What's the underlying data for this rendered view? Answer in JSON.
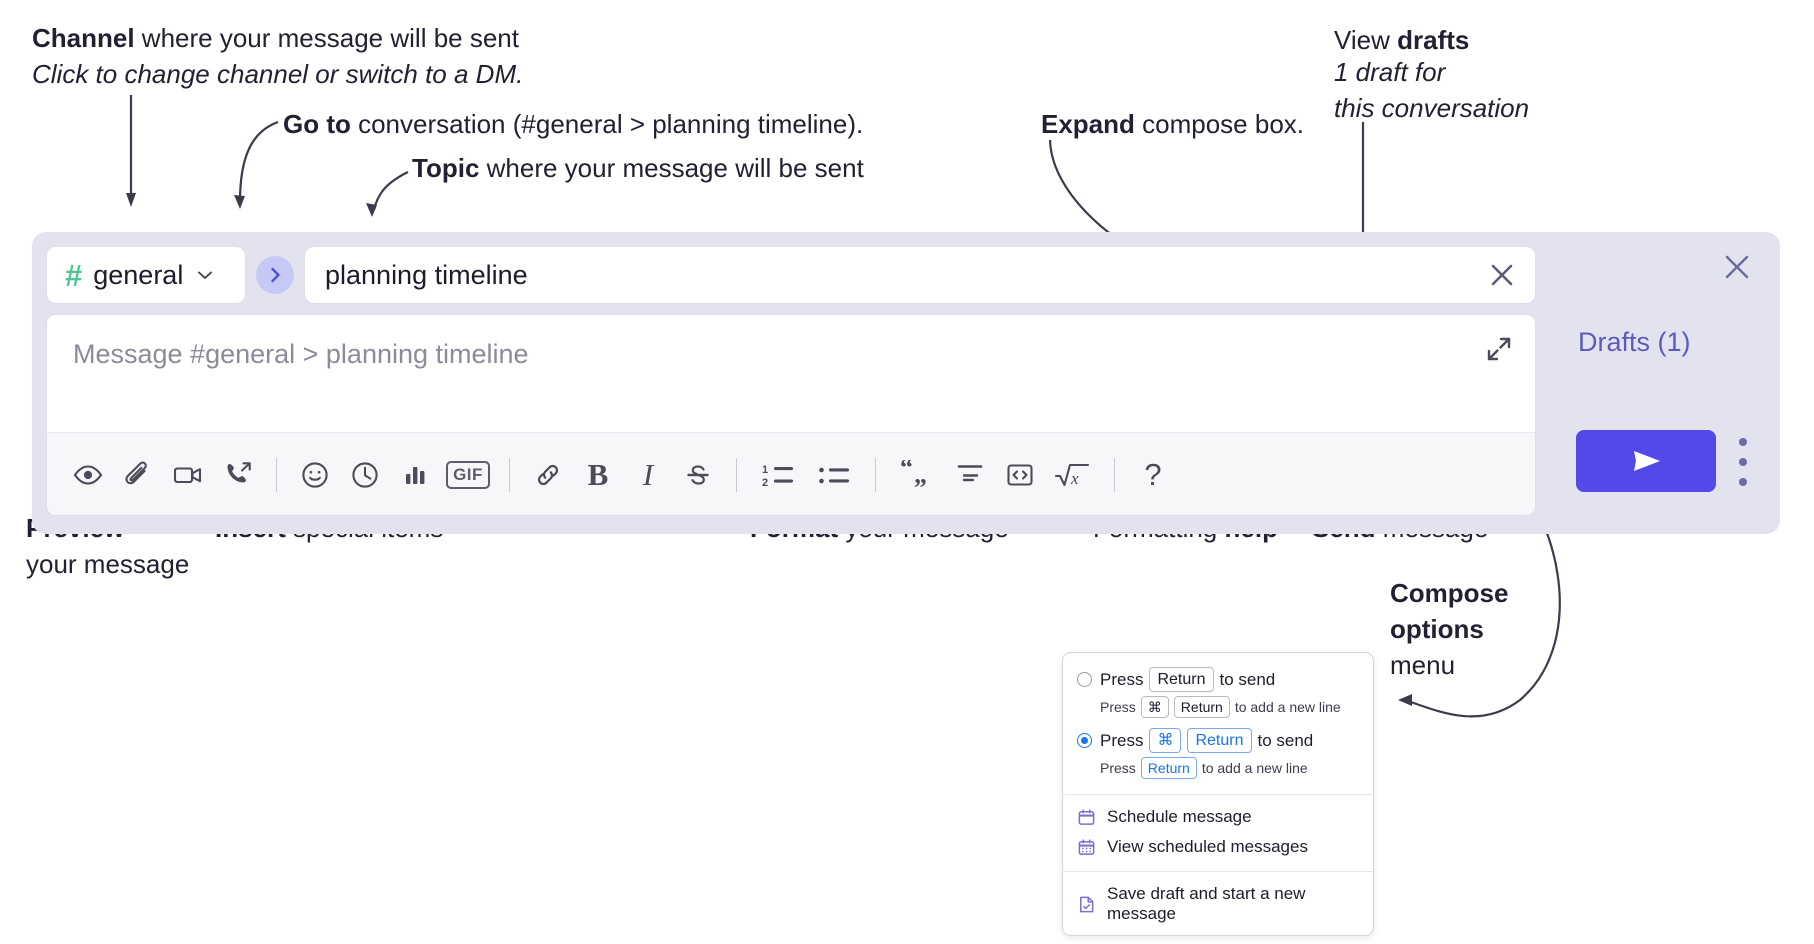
{
  "annotations": {
    "channel": {
      "bold": "Channel",
      "rest": " where your message will be sent",
      "sub": "Click to change channel or switch to a DM."
    },
    "goto": {
      "bold": "Go to",
      "rest": " conversation (#general > planning timeline)."
    },
    "topic": {
      "bold": "Topic",
      "rest": " where your message will be sent"
    },
    "expand": {
      "bold": "Expand",
      "rest": " compose box."
    },
    "drafts": {
      "line1a": "View ",
      "line1b": "drafts",
      "line2": "1 draft for",
      "line3": "this conversation"
    },
    "preview": {
      "bold": "Preview",
      "rest": "your message"
    },
    "insert": {
      "bold": "Insert",
      "rest": " special items"
    },
    "format": {
      "bold": "Format",
      "rest": " your message"
    },
    "help": {
      "pre": "Formatting ",
      "bold": "help"
    },
    "send": {
      "bold": "Send",
      "rest": " message"
    },
    "compose_options": {
      "bold1": "Compose",
      "bold2": "options",
      "rest": "menu"
    }
  },
  "compose": {
    "channel": {
      "hash": "#",
      "name": "general",
      "chevron_icon": "chevron-down-icon"
    },
    "goto_button": {
      "icon": "chevron-right-icon"
    },
    "topic": {
      "value": "planning timeline",
      "clear_icon": "close-icon"
    },
    "message": {
      "placeholder": "Message #general > planning timeline",
      "value": "",
      "expand_icon": "expand-icon"
    },
    "toolbar": [
      {
        "name": "preview-button",
        "icon": "eye-icon"
      },
      {
        "name": "attach-button",
        "icon": "paperclip-icon"
      },
      {
        "name": "video-clip-button",
        "icon": "video-camera-icon"
      },
      {
        "name": "audio-clip-button",
        "icon": "phone-outgoing-icon"
      },
      {
        "name": "separator-1",
        "icon": "divider"
      },
      {
        "name": "emoji-button",
        "icon": "smiley-icon"
      },
      {
        "name": "schedule-button",
        "icon": "clock-icon"
      },
      {
        "name": "poll-button",
        "icon": "bar-chart-icon"
      },
      {
        "name": "gif-button",
        "icon": "gif-icon",
        "label": "GIF"
      },
      {
        "name": "separator-2",
        "icon": "divider"
      },
      {
        "name": "link-button",
        "icon": "link-icon"
      },
      {
        "name": "bold-button",
        "icon": "bold-icon",
        "label": "B"
      },
      {
        "name": "italic-button",
        "icon": "italic-icon",
        "label": "I"
      },
      {
        "name": "strikethrough-button",
        "icon": "strikethrough-icon"
      },
      {
        "name": "separator-3",
        "icon": "divider"
      },
      {
        "name": "ordered-list-button",
        "icon": "ordered-list-icon"
      },
      {
        "name": "bulleted-list-button",
        "icon": "bulleted-list-icon"
      },
      {
        "name": "separator-4",
        "icon": "divider"
      },
      {
        "name": "blockquote-button",
        "icon": "quote-icon"
      },
      {
        "name": "code-block-button",
        "icon": "code-block-icon"
      },
      {
        "name": "inline-code-button",
        "icon": "inline-code-icon"
      },
      {
        "name": "math-button",
        "icon": "square-root-x-icon"
      },
      {
        "name": "separator-5",
        "icon": "divider"
      },
      {
        "name": "formatting-help-button",
        "icon": "question-mark-icon",
        "label": "?"
      }
    ],
    "panel_close_icon": "close-icon",
    "drafts_label": "Drafts (1)",
    "send_button": {
      "icon": "paper-plane-icon"
    },
    "kebab": {
      "icon": "more-vertical-icon"
    }
  },
  "options_menu": {
    "radio_options": [
      {
        "selected": false,
        "main": [
          {
            "t": "Press",
            "k": false
          },
          {
            "t": "Return",
            "k": true
          },
          {
            "t": "to send",
            "k": false
          }
        ],
        "sub": [
          {
            "t": "Press",
            "k": false
          },
          {
            "t": "⌘",
            "k": true
          },
          {
            "t": "Return",
            "k": true
          },
          {
            "t": "to add a new line",
            "k": false
          }
        ]
      },
      {
        "selected": true,
        "main": [
          {
            "t": "Press",
            "k": false
          },
          {
            "t": "⌘",
            "k": true
          },
          {
            "t": "Return",
            "k": true
          },
          {
            "t": "to send",
            "k": false
          }
        ],
        "sub": [
          {
            "t": "Press",
            "k": false
          },
          {
            "t": "Return",
            "k": true
          },
          {
            "t": "to add a new line",
            "k": false
          }
        ]
      }
    ],
    "items": [
      {
        "label": "Schedule message",
        "icon": "calendar-icon"
      },
      {
        "label": "View scheduled messages",
        "icon": "calendar-dots-icon"
      },
      {
        "label": "Save draft and start a new message",
        "icon": "document-check-icon"
      }
    ]
  },
  "colors": {
    "panel_bg": "#e3e3ef",
    "hash_green": "#4ec795",
    "goto_bg": "#c6c9f5",
    "send_purple": "#5348e8",
    "drafts_purple": "#5b5bbd",
    "menu_icon_purple": "#7b6fd0",
    "radio_blue": "#1a73e8"
  }
}
